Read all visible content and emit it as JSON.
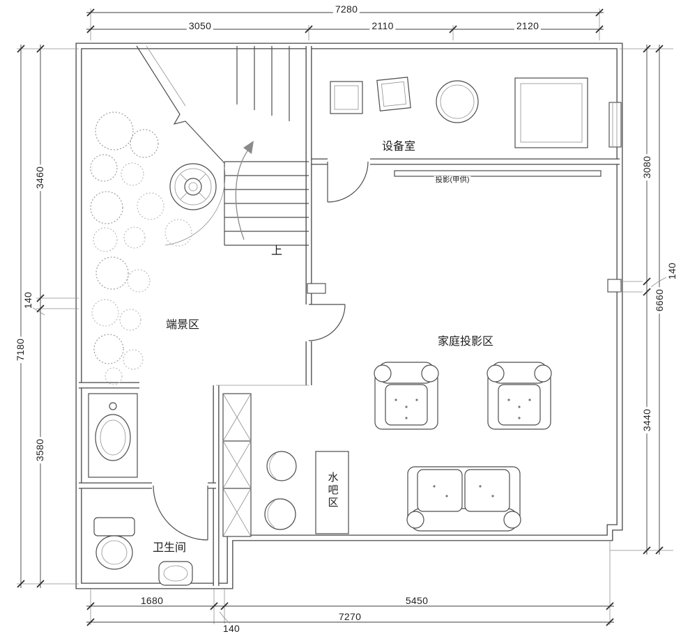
{
  "plan": {
    "rooms": {
      "equipment_room": "设备室",
      "scene_area": "端景区",
      "projection_area": "家庭投影区",
      "water_bar": "水吧区",
      "bathroom": "卫生间"
    },
    "annotations": {
      "projection_note": "投影(甲供)",
      "stair_up": "上"
    },
    "dims": {
      "top_total": "7280",
      "top_1": "3050",
      "top_2": "2110",
      "top_3": "2120",
      "left_1": "3460",
      "left_140": "140",
      "left_total": "7180",
      "left_2": "3580",
      "right_1": "3080",
      "right_140": "140",
      "right_total": "6660",
      "right_2": "3440",
      "bottom_1": "1680",
      "bottom_140": "140",
      "bottom_2": "5450",
      "bottom_total": "7270"
    }
  }
}
